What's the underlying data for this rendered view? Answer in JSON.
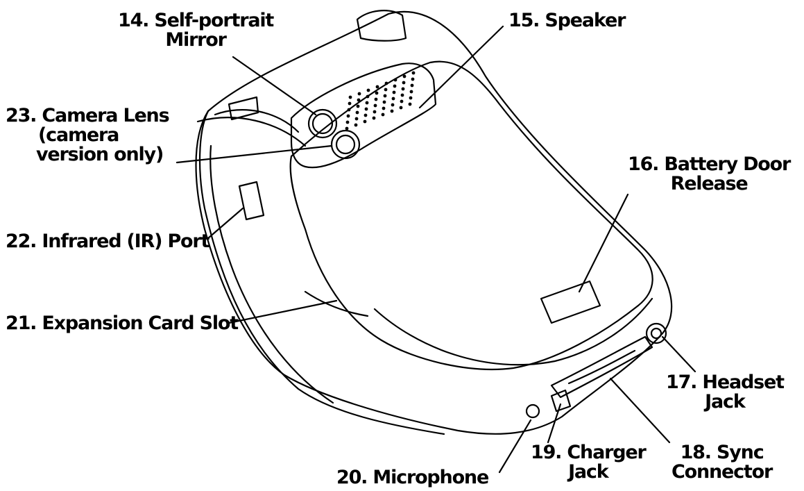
{
  "labels": {
    "self_portrait_mirror": [
      "14. Self-portrait",
      "Mirror"
    ],
    "speaker": [
      "15. Speaker"
    ],
    "camera_lens": [
      "23. Camera Lens",
      "(camera",
      "version only)"
    ],
    "battery_door_release": [
      "16. Battery Door",
      "Release"
    ],
    "infrared_port": [
      "22. Infrared (IR) Port"
    ],
    "expansion_card_slot": [
      "21. Expansion Card Slot"
    ],
    "headset_jack": [
      "17. Headset",
      "Jack"
    ],
    "charger_jack": [
      "19. Charger",
      "Jack"
    ],
    "sync_connector": [
      "18. Sync",
      "Connector"
    ],
    "microphone": [
      "20. Microphone"
    ]
  },
  "colors": {
    "line": "#000000",
    "background": "#ffffff",
    "device_fill": "#ffffff"
  }
}
